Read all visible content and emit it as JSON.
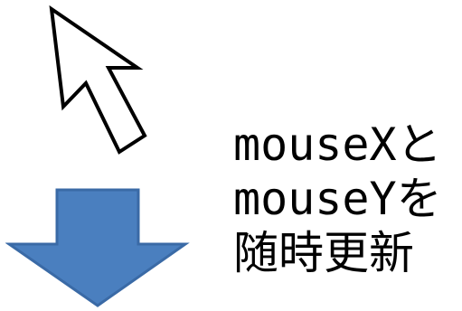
{
  "caption": {
    "line1": "mouseXと",
    "line2": "mouseYを",
    "line3": "随時更新"
  },
  "icons": {
    "cursor": "mouse-cursor-icon",
    "arrow": "arrow-down-icon"
  },
  "colors": {
    "arrow_fill": "#4a7fbf",
    "arrow_stroke": "#3a6aa6",
    "cursor_fill": "#ffffff",
    "cursor_stroke": "#000000",
    "text": "#000000"
  }
}
